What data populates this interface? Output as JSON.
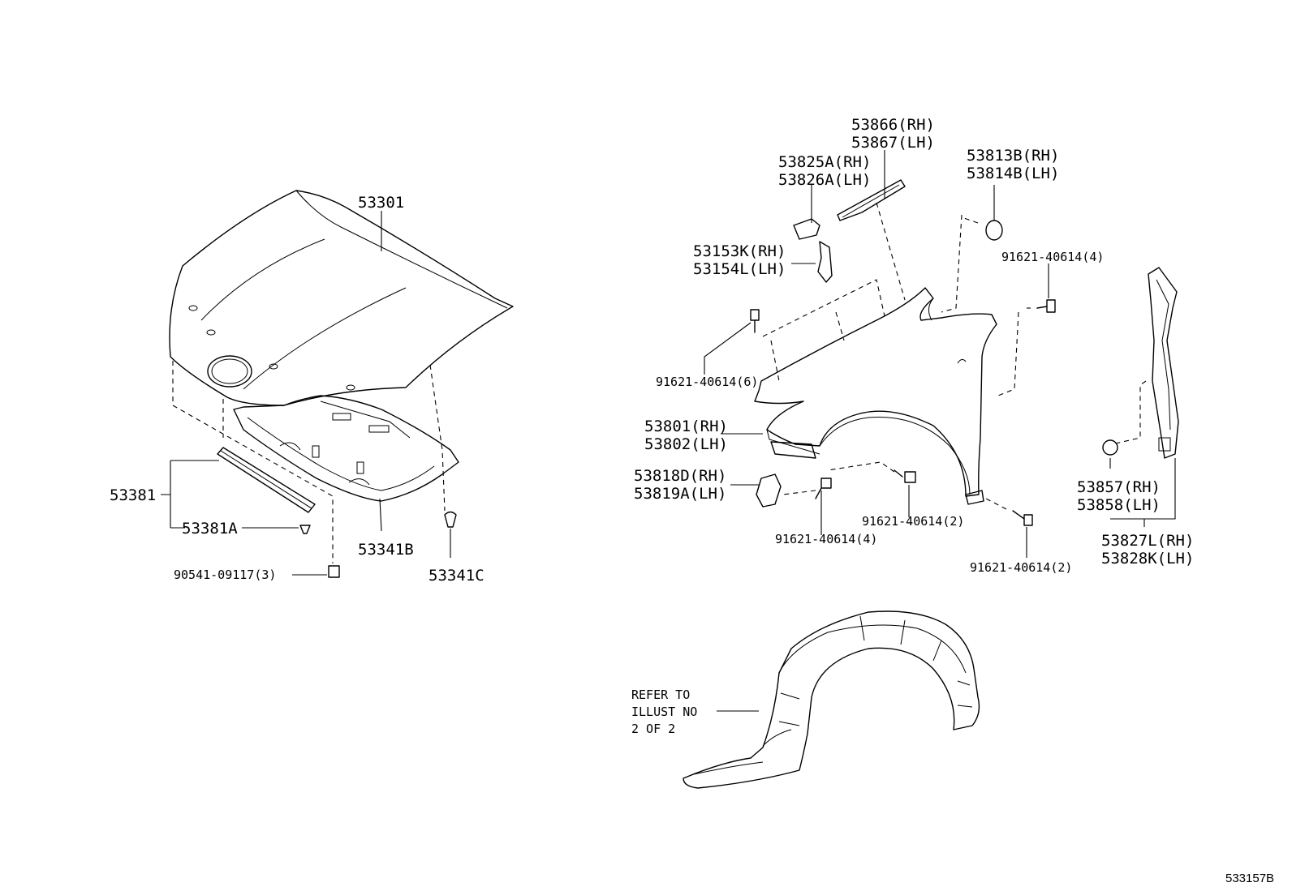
{
  "diagram_id": "533157B",
  "callouts": {
    "hood": "53301",
    "hood_seal": "53381",
    "hood_seal_clip": "53381A",
    "hood_seal_clip_bolt": "90541-09117(3)",
    "hood_insulator": "53341B",
    "hood_insulator_clip": "53341C",
    "seal_top_rh": "53866(RH)",
    "seal_top_lh": "53867(LH)",
    "bracket_a_rh": "53825A(RH)",
    "bracket_a_lh": "53826A(LH)",
    "bracket_k_rh": "53153K(RH)",
    "bracket_k_lh": "53154L(LH)",
    "cap_rh": "53813B(RH)",
    "cap_lh": "53814B(LH)",
    "bolt_right_top": "91621-40614(4)",
    "bolt_left_6": "91621-40614(6)",
    "fender_rh": "53801(RH)",
    "fender_lh": "53802(LH)",
    "bracket_d_rh": "53818D(RH)",
    "bracket_d_lh": "53819A(LH)",
    "bolt_bottom_4": "91621-40614(4)",
    "bolt_bottom_2a": "91621-40614(2)",
    "bolt_bottom_2b": "91621-40614(2)",
    "clip_rh": "53857(RH)",
    "clip_lh": "53858(LH)",
    "panel_rh": "53827L(RH)",
    "panel_lh": "53828K(LH)",
    "refer_line1": "REFER TO",
    "refer_line2": "ILLUST NO",
    "refer_line3": "2 OF 2"
  }
}
